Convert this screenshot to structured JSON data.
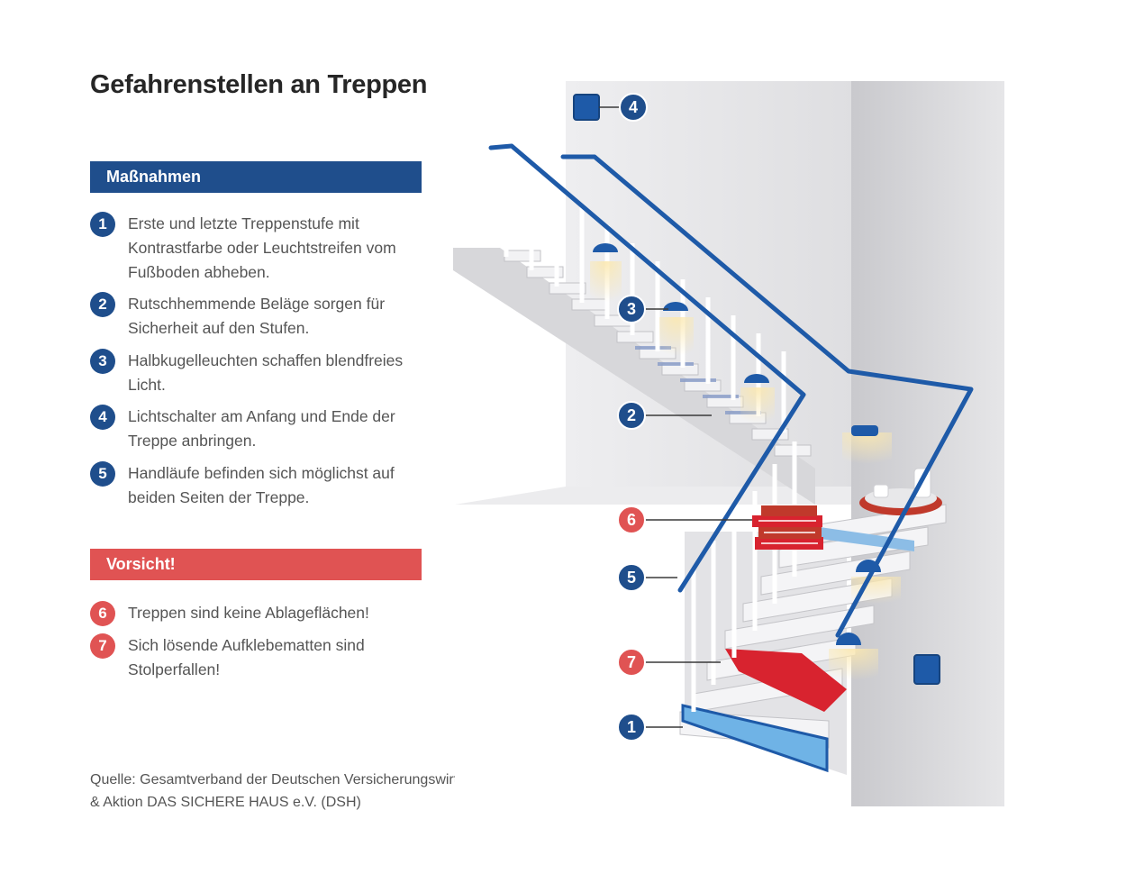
{
  "title": "Gefahrenstellen an Treppen",
  "measures": {
    "header": "Maßnahmen",
    "items": [
      {
        "num": "1",
        "text": "Erste und letzte Treppenstufe mit Kontrastfarbe oder Leuchtstreifen vom Fußboden abheben."
      },
      {
        "num": "2",
        "text": "Rutschhemmende Beläge sorgen für Sicherheit auf den Stufen."
      },
      {
        "num": "3",
        "text": "Halbkugelleuchten schaffen blendfreies Licht."
      },
      {
        "num": "4",
        "text": "Lichtschalter am Anfang und Ende der Treppe anbringen."
      },
      {
        "num": "5",
        "text": "Handläufe befinden sich möglichst auf beiden Seiten der Treppe."
      }
    ]
  },
  "caution": {
    "header": "Vorsicht!",
    "items": [
      {
        "num": "6",
        "text": "Treppen sind keine Ablageflächen!"
      },
      {
        "num": "7",
        "text": "Sich lösende Aufklebematten sind Stolperfallen!"
      }
    ]
  },
  "source": {
    "line1": "Quelle: Gesamtverband der Deutschen Versicherungswirtschaft (GDV)",
    "line2": "& Aktion DAS SICHERE HAUS e.V. (DSH)"
  },
  "callouts": [
    "4",
    "3",
    "2",
    "6",
    "5",
    "7",
    "1"
  ],
  "colors": {
    "blue": "#1f4e8c",
    "red": "#e05353",
    "rail": "#1e5aa8",
    "wall": "#dcdcde"
  }
}
